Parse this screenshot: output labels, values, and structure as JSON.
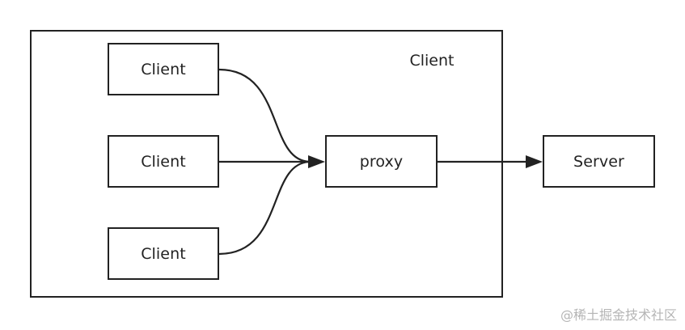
{
  "diagram": {
    "group_label": "Client",
    "nodes": {
      "client_1": "Client",
      "client_2": "Client",
      "client_3": "Client",
      "proxy": "proxy",
      "server": "Server"
    },
    "edges": [
      {
        "from": "client_1",
        "to": "proxy"
      },
      {
        "from": "client_2",
        "to": "proxy"
      },
      {
        "from": "client_3",
        "to": "proxy"
      },
      {
        "from": "proxy",
        "to": "server"
      }
    ],
    "colors": {
      "stroke": "#222222",
      "background": "#ffffff",
      "watermark": "#b5b5b5"
    }
  },
  "watermark": "@稀土掘金技术社区"
}
